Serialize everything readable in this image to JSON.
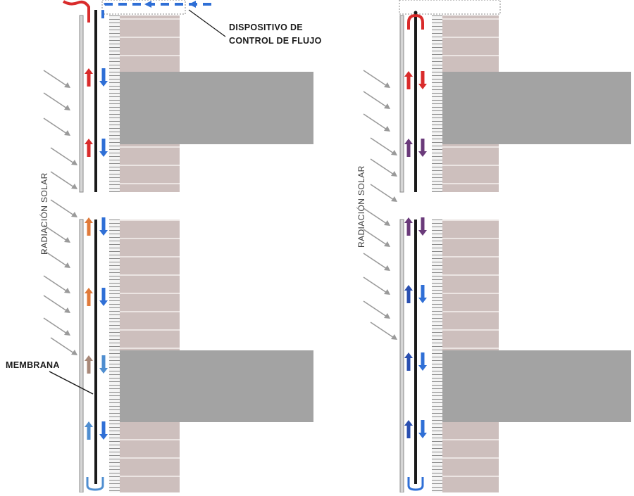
{
  "labels": {
    "flow_device_line1": "DISPOSITIVO DE",
    "flow_device_line2": "CONTROL DE FLUJO",
    "membrane": "MEMBRANA",
    "solar_radiation": "RADIACIÓN SOLAR"
  },
  "colors": {
    "background": "#ffffff",
    "masonry": "#cdbfbd",
    "masonry_joint": "#ebe4e2",
    "slab": "#a3a3a3",
    "membrane": "#1a1a1a",
    "cladding": "#9a9a9a",
    "insulation_hatch": "#8a8a8a",
    "solar_arrow": "#9a9a9a",
    "warm_air": "#d92b2b",
    "tempered_air": "#e07a3a",
    "neutral_air": "#a88878",
    "mixed_air": "#6a3a7a",
    "light_cool_air": "#4f8ed0",
    "cool_air": "#2f6fd6",
    "deep_cool_air": "#2a4fb0"
  }
}
